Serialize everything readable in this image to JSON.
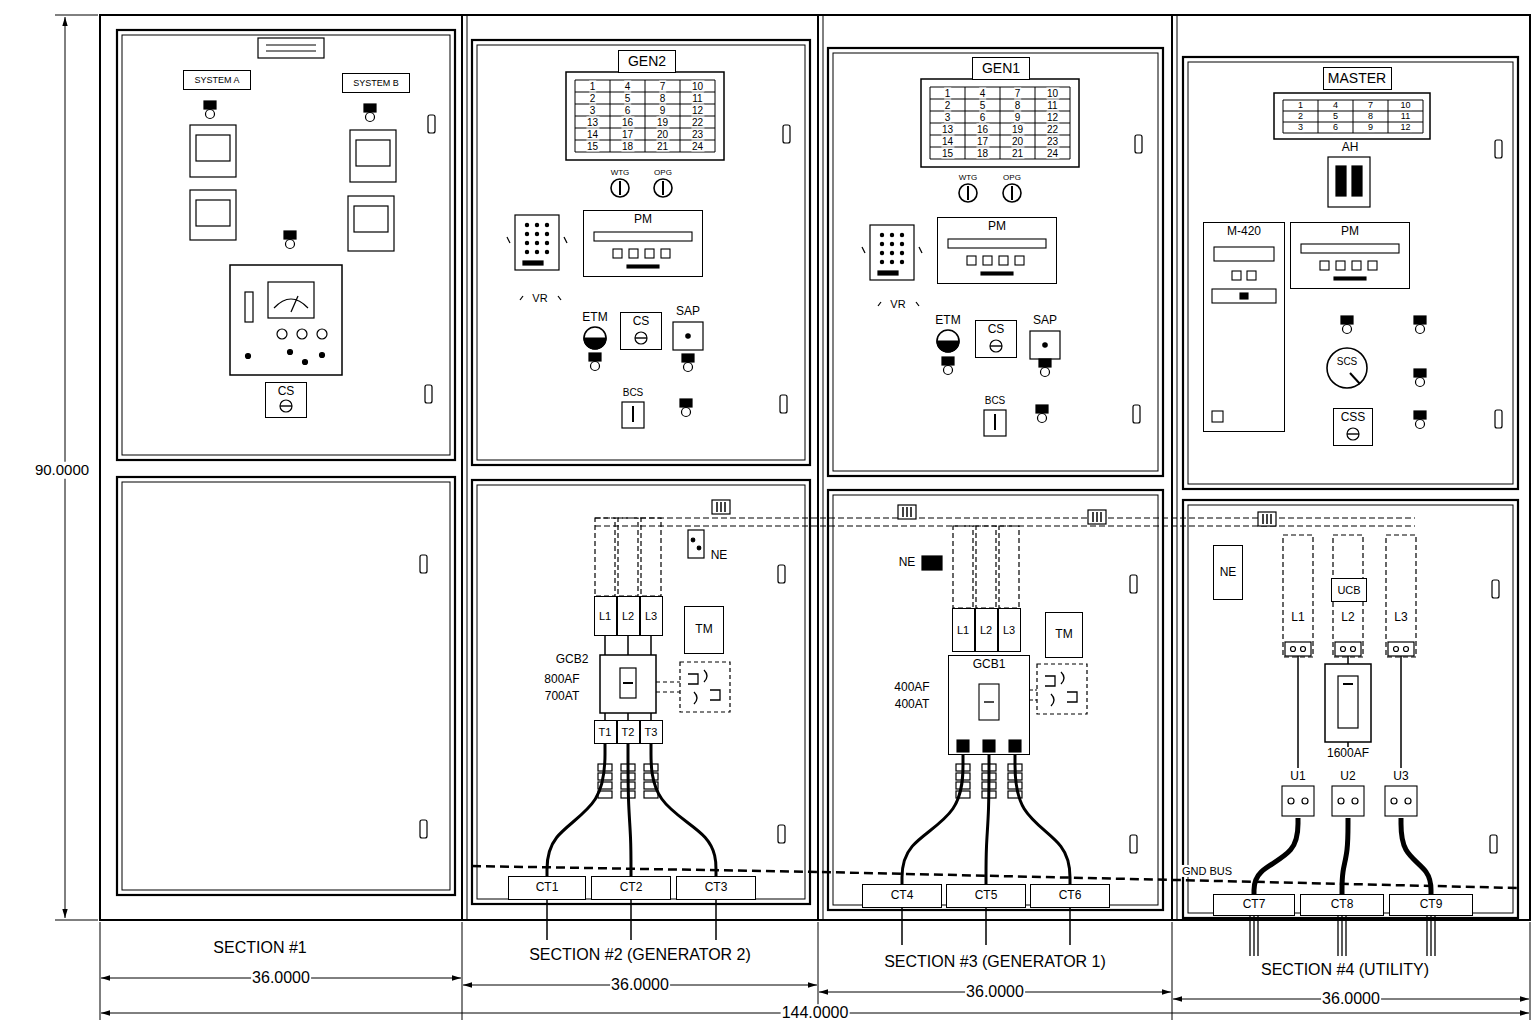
{
  "diagram": {
    "nodes": [
      {
        "text": [
          "SYSTEM A"
        ]
      },
      {
        "text": [
          "SYSTEM B"
        ]
      },
      {
        "text": [
          "CS"
        ]
      },
      {
        "text": [
          "GEN2"
        ]
      },
      {
        "text": [
          "PM"
        ]
      },
      {
        "text": [
          "CS"
        ]
      },
      {
        "text": [
          "L1"
        ]
      },
      {
        "text": [
          "L2"
        ]
      },
      {
        "text": [
          "L3"
        ]
      },
      {
        "text": [
          "TM"
        ]
      },
      {
        "text": [
          "T1"
        ]
      },
      {
        "text": [
          "T2"
        ]
      },
      {
        "text": [
          "T3"
        ]
      },
      {
        "text": [
          "CT1"
        ]
      },
      {
        "text": [
          "CT2"
        ]
      },
      {
        "text": [
          "CT3"
        ]
      },
      {
        "text": [
          "GEN1"
        ]
      },
      {
        "text": [
          "PM"
        ]
      },
      {
        "text": [
          "CS"
        ]
      },
      {
        "text": [
          "L1"
        ]
      },
      {
        "text": [
          "L2"
        ]
      },
      {
        "text": [
          "L3"
        ]
      },
      {
        "text": [
          "TM"
        ]
      },
      {
        "text": [
          "GCB1"
        ]
      },
      {
        "text": [
          "CT4"
        ]
      },
      {
        "text": [
          "CT5"
        ]
      },
      {
        "text": [
          "CT6"
        ]
      },
      {
        "text": [
          "MASTER"
        ]
      },
      {
        "text": [
          "M-420"
        ]
      },
      {
        "text": [
          "PM"
        ]
      },
      {
        "text": [
          "CSS"
        ]
      },
      {
        "text": [
          "NE"
        ]
      },
      {
        "text": [
          "UCB"
        ]
      },
      {
        "text": [
          "U1"
        ]
      },
      {
        "text": [
          "U2"
        ]
      },
      {
        "text": [
          "U3"
        ]
      },
      {
        "text": [
          "CT7"
        ]
      },
      {
        "text": [
          "CT8"
        ]
      },
      {
        "text": [
          "CT9"
        ]
      }
    ],
    "edges": [
      {
        "from": 10,
        "to": 13,
        "arrow": "none"
      },
      {
        "from": 11,
        "to": 14,
        "arrow": "none"
      },
      {
        "from": 12,
        "to": 15,
        "arrow": "none"
      },
      {
        "from": 23,
        "to": 24,
        "arrow": "none"
      },
      {
        "from": 23,
        "to": 25,
        "arrow": "none"
      },
      {
        "from": 23,
        "to": 26,
        "arrow": "none"
      },
      {
        "from": 33,
        "to": 36,
        "arrow": "none"
      },
      {
        "from": 34,
        "to": 37,
        "arrow": "none"
      },
      {
        "from": 35,
        "to": 38,
        "arrow": "none"
      }
    ],
    "labels": [
      "90.0000",
      "1",
      "4",
      "7",
      "10",
      "2",
      "5",
      "8",
      "11",
      "3",
      "6",
      "9",
      "12",
      "13",
      "16",
      "19",
      "22",
      "14",
      "17",
      "20",
      "23",
      "15",
      "18",
      "21",
      "24",
      "WTG",
      "OPG",
      "VR",
      "ETM",
      "SAP",
      "BCS",
      "NE",
      "GCB2",
      "800AF",
      "700AT",
      "1",
      "4",
      "7",
      "10",
      "2",
      "5",
      "8",
      "11",
      "3",
      "6",
      "9",
      "12",
      "13",
      "16",
      "19",
      "22",
      "14",
      "17",
      "20",
      "23",
      "15",
      "18",
      "21",
      "24",
      "WTG",
      "OPG",
      "VR",
      "ETM",
      "SAP",
      "BCS",
      "NE",
      "400AF",
      "400AT",
      "1",
      "4",
      "7",
      "10",
      "2",
      "5",
      "8",
      "11",
      "3",
      "6",
      "9",
      "12",
      "AH",
      "SCS",
      "L1",
      "L2",
      "L3",
      "1600AF",
      "GND BUS",
      "SECTION #1",
      "36.0000",
      "SECTION #2 (GENERATOR 2)",
      "36.0000",
      "SECTION #3 (GENERATOR 1)",
      "36.0000",
      "SECTION #4 (UTILITY)",
      "36.0000",
      "144.0000"
    ]
  }
}
